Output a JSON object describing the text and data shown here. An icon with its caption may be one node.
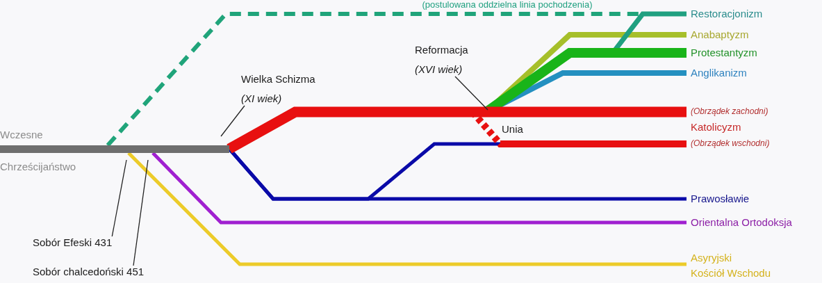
{
  "diagram": {
    "nodes": [
      {
        "text": [
          "Wczesne",
          "Chrześcijaństwo"
        ]
      },
      {
        "text": [
          "Wielka Schizma",
          "(XI wiek)"
        ]
      },
      {
        "text": [
          "Reformacja",
          "(XVI wiek)"
        ]
      },
      {
        "text": [
          "Restoracjonizm"
        ]
      },
      {
        "text": [
          "Anabaptyzm"
        ]
      },
      {
        "text": [
          "Protestantyzm"
        ]
      },
      {
        "text": [
          "Anglikanizm"
        ]
      },
      {
        "text": [
          "(Obrządek zachodni)",
          "Katolicyzm",
          "(Obrządek wschodni)"
        ]
      },
      {
        "text": [
          "Prawosławie"
        ]
      },
      {
        "text": [
          "Orientalna Ortodoksja"
        ]
      },
      {
        "text": [
          "Asyryjski",
          "Kościół Wschodu"
        ]
      },
      {
        "text": [
          "Sobór Efeski 431"
        ]
      },
      {
        "text": [
          "Sobór chalcedoński 451"
        ]
      }
    ],
    "edges": [
      {
        "from": 0,
        "to": 3,
        "arrow": "none",
        "style": "dashed",
        "color": "#20a47a",
        "label": "(postulowana oddzielna linia pochodzenia)"
      },
      {
        "from": 0,
        "to": 7,
        "arrow": "none",
        "style": "thick",
        "color": "#e81010"
      },
      {
        "from": 0,
        "to": 4,
        "arrow": "none",
        "color": "#a6bf2a"
      },
      {
        "from": 0,
        "to": 5,
        "arrow": "none",
        "style": "thick",
        "color": "#19b419"
      },
      {
        "from": 0,
        "to": 6,
        "arrow": "none",
        "color": "#2490c0"
      },
      {
        "from": 0,
        "to": 3,
        "arrow": "none",
        "color": "#20a080"
      },
      {
        "from": 0,
        "to": 8,
        "arrow": "none",
        "color": "#0a0aa8"
      },
      {
        "from": 0,
        "to": 7,
        "arrow": "none",
        "color": "#0a0aa8"
      },
      {
        "from": 0,
        "to": 7,
        "arrow": "none",
        "style": "dashed",
        "color": "#e81010",
        "label": "Unia"
      },
      {
        "from": 0,
        "to": 9,
        "arrow": "none",
        "color": "#a020d0"
      },
      {
        "from": 0,
        "to": 10,
        "arrow": "none",
        "color": "#eccb2a"
      },
      {
        "from": 1,
        "to": 0,
        "arrow": "none"
      },
      {
        "from": 2,
        "to": null,
        "arrow": "none"
      },
      {
        "from": 11,
        "to": 0,
        "arrow": "none"
      },
      {
        "from": 12,
        "to": 0,
        "arrow": "none"
      }
    ]
  }
}
